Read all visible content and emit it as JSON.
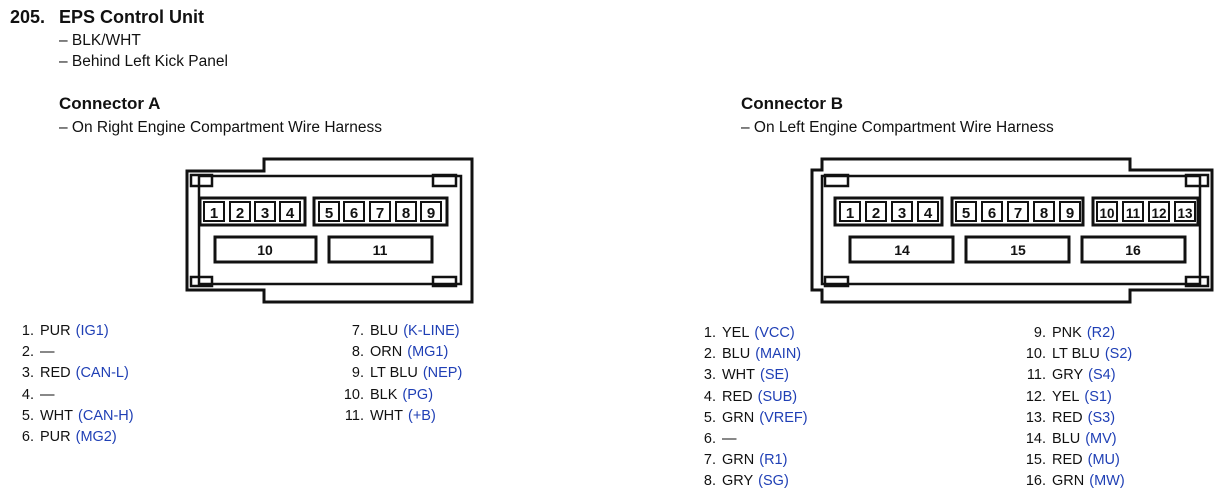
{
  "header": {
    "number": "205.",
    "title": "EPS Control Unit",
    "notes": [
      "– BLK/WHT",
      "– Behind Left Kick Panel"
    ]
  },
  "connector_a": {
    "title": "Connector A",
    "location": "– On Right Engine Compartment Wire Harness",
    "cavity_labels": [
      "1",
      "2",
      "3",
      "4",
      "5",
      "6",
      "7",
      "8",
      "9",
      "10",
      "11"
    ],
    "pins_col1": [
      {
        "num": "1.",
        "wire": "PUR",
        "signal": "(IG1)"
      },
      {
        "num": "2.",
        "wire": "—",
        "signal": ""
      },
      {
        "num": "3.",
        "wire": "RED",
        "signal": "(CAN-L)"
      },
      {
        "num": "4.",
        "wire": "—",
        "signal": ""
      },
      {
        "num": "5.",
        "wire": "WHT",
        "signal": "(CAN-H)"
      },
      {
        "num": "6.",
        "wire": "PUR",
        "signal": "(MG2)"
      }
    ],
    "pins_col2": [
      {
        "num": "7.",
        "wire": "BLU",
        "signal": "(K-LINE)"
      },
      {
        "num": "8.",
        "wire": "ORN",
        "signal": "(MG1)"
      },
      {
        "num": "9.",
        "wire": "LT BLU",
        "signal": "(NEP)"
      },
      {
        "num": "10.",
        "wire": "BLK",
        "signal": "(PG)"
      },
      {
        "num": "11.",
        "wire": "WHT",
        "signal": "(+B)"
      }
    ]
  },
  "connector_b": {
    "title": "Connector B",
    "location": "– On Left Engine Compartment Wire Harness",
    "cavity_labels": [
      "1",
      "2",
      "3",
      "4",
      "5",
      "6",
      "7",
      "8",
      "9",
      "10",
      "11",
      "12",
      "13",
      "14",
      "15",
      "16"
    ],
    "pins_col1": [
      {
        "num": "1.",
        "wire": "YEL",
        "signal": "(VCC)"
      },
      {
        "num": "2.",
        "wire": "BLU",
        "signal": "(MAIN)"
      },
      {
        "num": "3.",
        "wire": "WHT",
        "signal": "(SE)"
      },
      {
        "num": "4.",
        "wire": "RED",
        "signal": "(SUB)"
      },
      {
        "num": "5.",
        "wire": "GRN",
        "signal": "(VREF)"
      },
      {
        "num": "6.",
        "wire": "—",
        "signal": ""
      },
      {
        "num": "7.",
        "wire": "GRN",
        "signal": "(R1)"
      },
      {
        "num": "8.",
        "wire": "GRY",
        "signal": "(SG)"
      }
    ],
    "pins_col2": [
      {
        "num": "9.",
        "wire": "PNK",
        "signal": "(R2)"
      },
      {
        "num": "10.",
        "wire": "LT BLU",
        "signal": "(S2)"
      },
      {
        "num": "11.",
        "wire": "GRY",
        "signal": "(S4)"
      },
      {
        "num": "12.",
        "wire": "YEL",
        "signal": "(S1)"
      },
      {
        "num": "13.",
        "wire": "RED",
        "signal": "(S3)"
      },
      {
        "num": "14.",
        "wire": "BLU",
        "signal": "(MV)"
      },
      {
        "num": "15.",
        "wire": "RED",
        "signal": "(MU)"
      },
      {
        "num": "16.",
        "wire": "GRN",
        "signal": "(MW)"
      }
    ]
  },
  "colors": {
    "signal_text": "#1f3fb5",
    "line": "#111111"
  }
}
